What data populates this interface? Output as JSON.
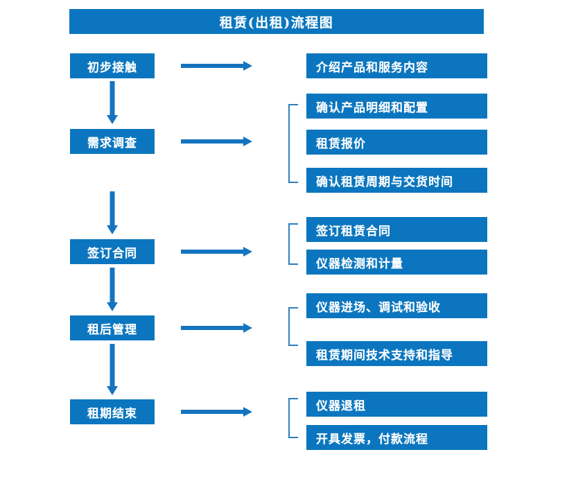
{
  "chart": {
    "title": "租赁(出租)流程图",
    "accent_color": "#0B76BF",
    "bracket_color": "#2E7EBE",
    "arrow_color": "#1574BF",
    "text_color": "#FFFFFF",
    "background_color": "#FFFFFF",
    "type": "flowchart"
  },
  "stages": [
    {
      "label": "初步接触"
    },
    {
      "label": "需求调查"
    },
    {
      "label": "签订合同"
    },
    {
      "label": "租后管理"
    },
    {
      "label": "租期结束"
    }
  ],
  "details": [
    {
      "label": "介绍产品和服务内容"
    },
    {
      "label": "确认产品明细和配置"
    },
    {
      "label": "租赁报价"
    },
    {
      "label": "确认租赁周期与交货时间"
    },
    {
      "label": "签订租赁合同"
    },
    {
      "label": "仪器检测和计量"
    },
    {
      "label": "仪器进场、调试和验收"
    },
    {
      "label": "租赁期间技术支持和指导"
    },
    {
      "label": "仪器退租"
    },
    {
      "label": "开具发票，付款流程"
    }
  ],
  "icons": {
    "right_arrow": "right-arrow-icon",
    "down_arrow": "down-arrow-icon",
    "bracket": "group-bracket-icon"
  }
}
